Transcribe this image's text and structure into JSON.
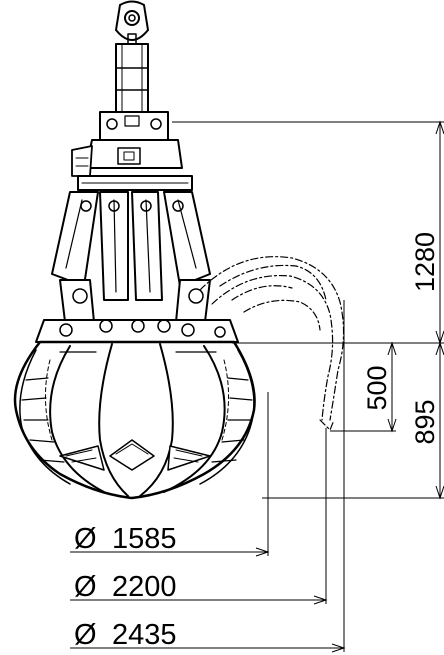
{
  "drawing": {
    "dimensions": {
      "height_upper": "1280",
      "stroke_open": "500",
      "height_lower": "895"
    },
    "diameters": [
      {
        "symbol": "Ø",
        "value": "1585"
      },
      {
        "symbol": "Ø",
        "value": "2200"
      },
      {
        "symbol": "Ø",
        "value": "2435"
      }
    ]
  },
  "colors": {
    "line": "#000000",
    "background": "#ffffff"
  }
}
